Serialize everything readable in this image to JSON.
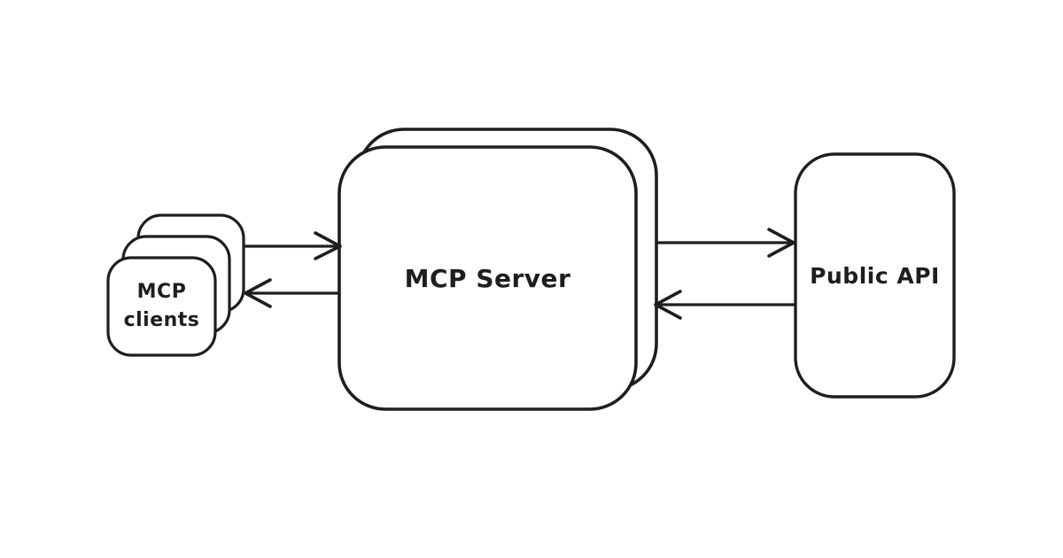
{
  "page": {
    "background_color": "#ffffff",
    "stroke_color": "#1e1e1e",
    "style": "hand-drawn-diagram"
  },
  "diagram": {
    "nodes": [
      {
        "id": "mcp-clients",
        "label": "MCP clients",
        "lines": [
          "MCP",
          "clients"
        ],
        "shape": "rounded-rectangle",
        "stack_count": 3
      },
      {
        "id": "mcp-server",
        "label": "MCP Server",
        "shape": "rounded-rectangle",
        "stack_count": 2
      },
      {
        "id": "public-api",
        "label": "Public API",
        "shape": "rounded-rectangle",
        "stack_count": 1
      }
    ],
    "edges": [
      {
        "from": "mcp-clients",
        "to": "mcp-server",
        "direction": "right"
      },
      {
        "from": "mcp-server",
        "to": "mcp-clients",
        "direction": "left"
      },
      {
        "from": "mcp-server",
        "to": "public-api",
        "direction": "right"
      },
      {
        "from": "public-api",
        "to": "mcp-server",
        "direction": "left"
      }
    ]
  }
}
